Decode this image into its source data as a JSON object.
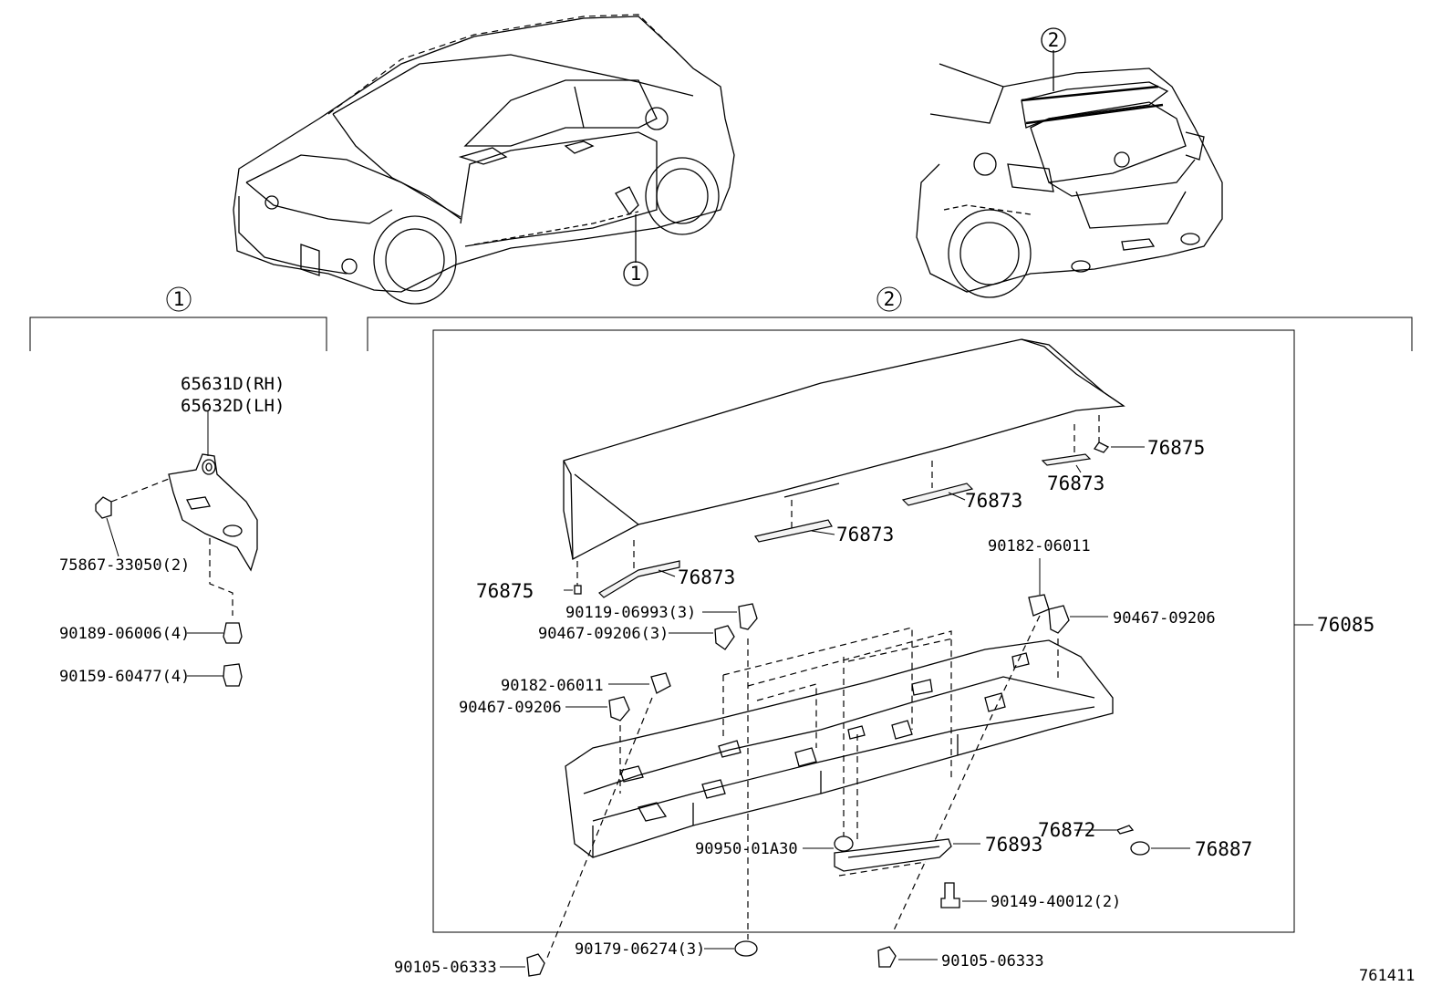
{
  "diagram_id": "761411",
  "callouts": {
    "side_skirt": "1",
    "rear_spoiler": "2"
  },
  "labels": {
    "p65631D": "65631D(RH)",
    "p65632D": "65632D(LH)",
    "p75867": "75867-33050(2)",
    "p90189": "90189-06006(4)",
    "p90159": "90159-60477(4)",
    "p76875_right": "76875",
    "p76873_right": "76873",
    "p76873_mid": "76873",
    "p76873_center": "76873",
    "p76873_left": "76873",
    "p76875_left": "76875",
    "p90182_right": "90182-06011",
    "p90467_right": "90467-09206",
    "p76085": "76085",
    "p90119": "90119-06993(3)",
    "p90467_3": "90467-09206(3)",
    "p90182_left": "90182-06011",
    "p90467_left": "90467-09206",
    "p76872": "76872",
    "p76887": "76887",
    "p76893": "76893",
    "p90950": "90950-01A30",
    "p90149": "90149-40012(2)",
    "p90105_left": "90105-06333",
    "p90179": "90179-06274(3)",
    "p90105_right": "90105-06333"
  }
}
